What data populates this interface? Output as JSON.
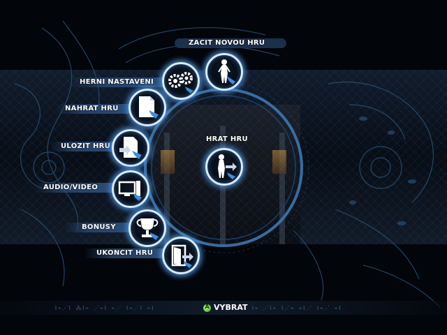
{
  "menu": {
    "items": [
      {
        "id": "new-game",
        "label": "ZACIT NOVOU HRU",
        "icon": "lara-figure-icon"
      },
      {
        "id": "game-settings",
        "label": "HERNI NASTAVENI",
        "icon": "gears-icon"
      },
      {
        "id": "load-game",
        "label": "NAHRAT HRU",
        "icon": "document-load-icon"
      },
      {
        "id": "play-game",
        "label": "HRAT HRU",
        "icon": "lara-play-icon"
      },
      {
        "id": "save-game",
        "label": "ULOZIT HRU",
        "icon": "document-save-icon"
      },
      {
        "id": "audio-video",
        "label": "AUDIO/VIDEO",
        "icon": "monitor-speaker-icon"
      },
      {
        "id": "bonuses",
        "label": "BONUSY",
        "icon": "trophy-icon"
      },
      {
        "id": "quit-game",
        "label": "UKONCIT HRU",
        "icon": "exit-door-icon"
      }
    ]
  },
  "footer": {
    "select_button_glyph": "A",
    "select_label": "VYBRAT"
  },
  "colors": {
    "accent": "#4a90e0",
    "ring": "#d8ecff",
    "button_a": "#3b9f1c"
  }
}
